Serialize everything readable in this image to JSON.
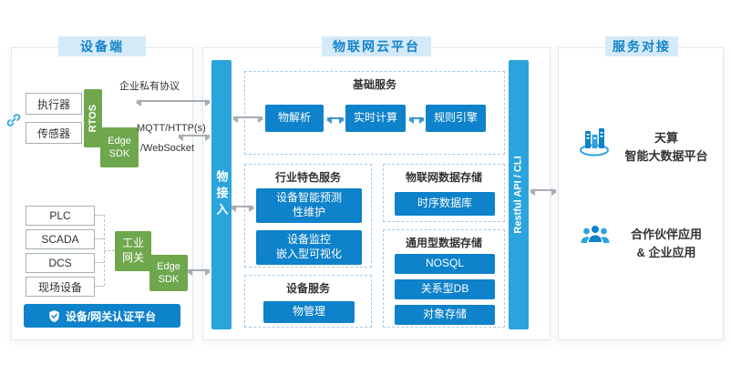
{
  "device_panel": {
    "title": "设备端",
    "actuator": "执行器",
    "sensor": "传感器",
    "rtos": "RTOS",
    "edge_sdk_top": "Edge\nSDK",
    "private_protocol_label": "企业私有协议",
    "mqtt_label": "MQTT/HTTP(s)",
    "websocket_label": "/WebSocket",
    "plc": "PLC",
    "scada": "SCADA",
    "dcs": "DCS",
    "field_device": "现场设备",
    "industrial_gateway": "工业\n网关",
    "edge_sdk_bottom": "Edge\nSDK",
    "auth_platform": "设备/网关认证平台"
  },
  "cloud_panel": {
    "title": "物联网云平台",
    "thing_access_bar": "物接入",
    "restful_api_bar": "Restful API / CLI",
    "basic_services": {
      "title": "基础服务",
      "items": [
        "物解析",
        "实时计算",
        "规则引擎"
      ]
    },
    "industry_services": {
      "title": "行业特色服务",
      "items": [
        "设备智能预测\n性维护",
        "设备监控\n嵌入型可视化"
      ]
    },
    "device_services": {
      "title": "设备服务",
      "items": [
        "物管理"
      ]
    },
    "iot_storage": {
      "title": "物联网数据存储",
      "items": [
        "时序数据库"
      ]
    },
    "general_storage": {
      "title": "通用型数据存储",
      "items": [
        "NOSQL",
        "关系型DB",
        "对象存储"
      ]
    }
  },
  "service_panel": {
    "title": "服务对接",
    "bigdata_platform": "天算\n智能大数据平台",
    "partner_apps": "合作伙伴应用\n& 企业应用"
  },
  "colors": {
    "accent_blue": "#0e82ca",
    "bar_blue": "#2ba4dd",
    "green": "#6fa74d",
    "header_bg": "#d5eaf8",
    "header_text": "#1583c9",
    "arrow_gray": "#a8adb2"
  }
}
